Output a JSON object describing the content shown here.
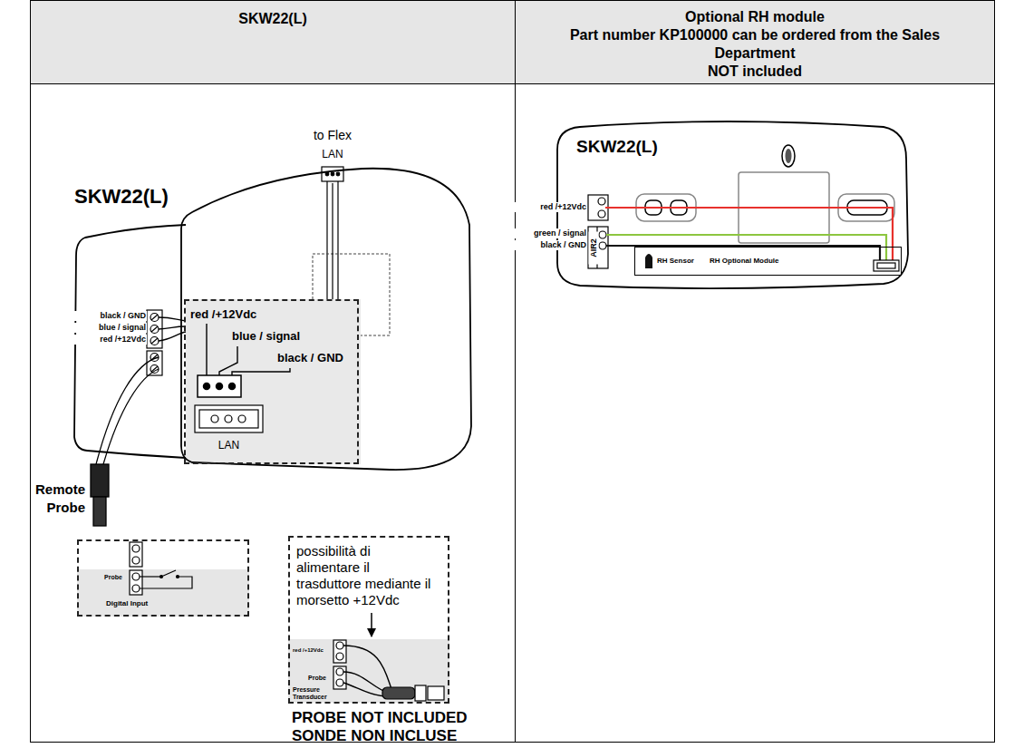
{
  "diagram": {
    "nodes": [
      {
        "text": [
          "SKW22(L)"
        ]
      },
      {
        "text": [
          "Optional RH module",
          "Part number KP100000 can be ordered from the Sales Department",
          "NOT included"
        ]
      },
      {
        "text": [
          "SKW22(L)"
        ]
      },
      {
        "text": [
          "to Flex",
          "LAN"
        ]
      },
      {
        "text": [
          "red /+12Vdc",
          "blue / signal",
          "black / GND"
        ],
        "in": 2
      },
      {
        "text": [
          "LAN"
        ],
        "in": 4
      },
      {
        "text": [
          "Probe",
          "Digital Input"
        ]
      },
      {
        "text": [
          "possibilità di alimentare il trasduttore mediante il morsetto +12Vdc",
          "red /+12Vdc",
          "Probe",
          "Pressure Transducer"
        ]
      },
      {
        "text": [
          "SKW22(L)"
        ]
      },
      {
        "text": [
          "RH Sensor",
          "RH Optional Module"
        ],
        "in": 8
      }
    ],
    "edges": [
      {
        "from": 3,
        "to": 4,
        "arrow": "none"
      }
    ],
    "labels": [
      "black / GND",
      "blue / signal",
      "red /+12Vdc",
      "Remote Probe",
      "PROBE NOT INCLUDED",
      "SONDE NON INCLUSE",
      "red /+12Vdc",
      "green / signal",
      "black / GND",
      "AIR2"
    ]
  }
}
